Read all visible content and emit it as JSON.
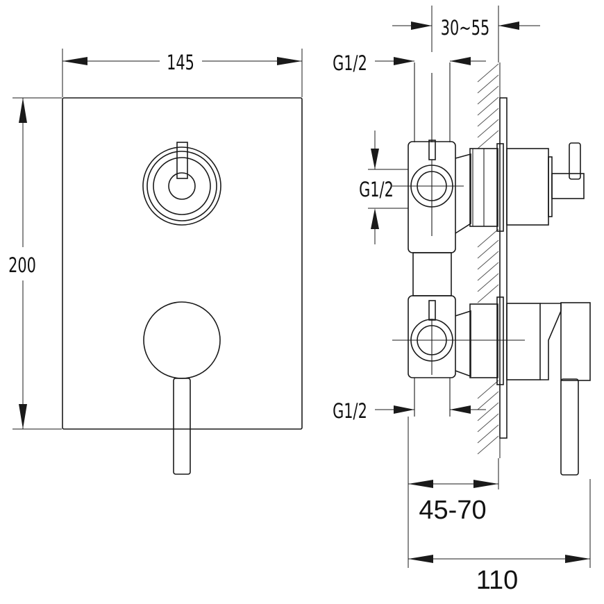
{
  "dimensions": {
    "front_width": "145",
    "front_height": "200",
    "connection_top": "G1/2",
    "connection_side": "G1/2",
    "connection_bottom": "G1/2",
    "installation_range": "30~55",
    "body_depth_range": "45-70",
    "total_depth": "110"
  },
  "colors": {
    "line": "#1a1a1a",
    "background": "#ffffff"
  }
}
